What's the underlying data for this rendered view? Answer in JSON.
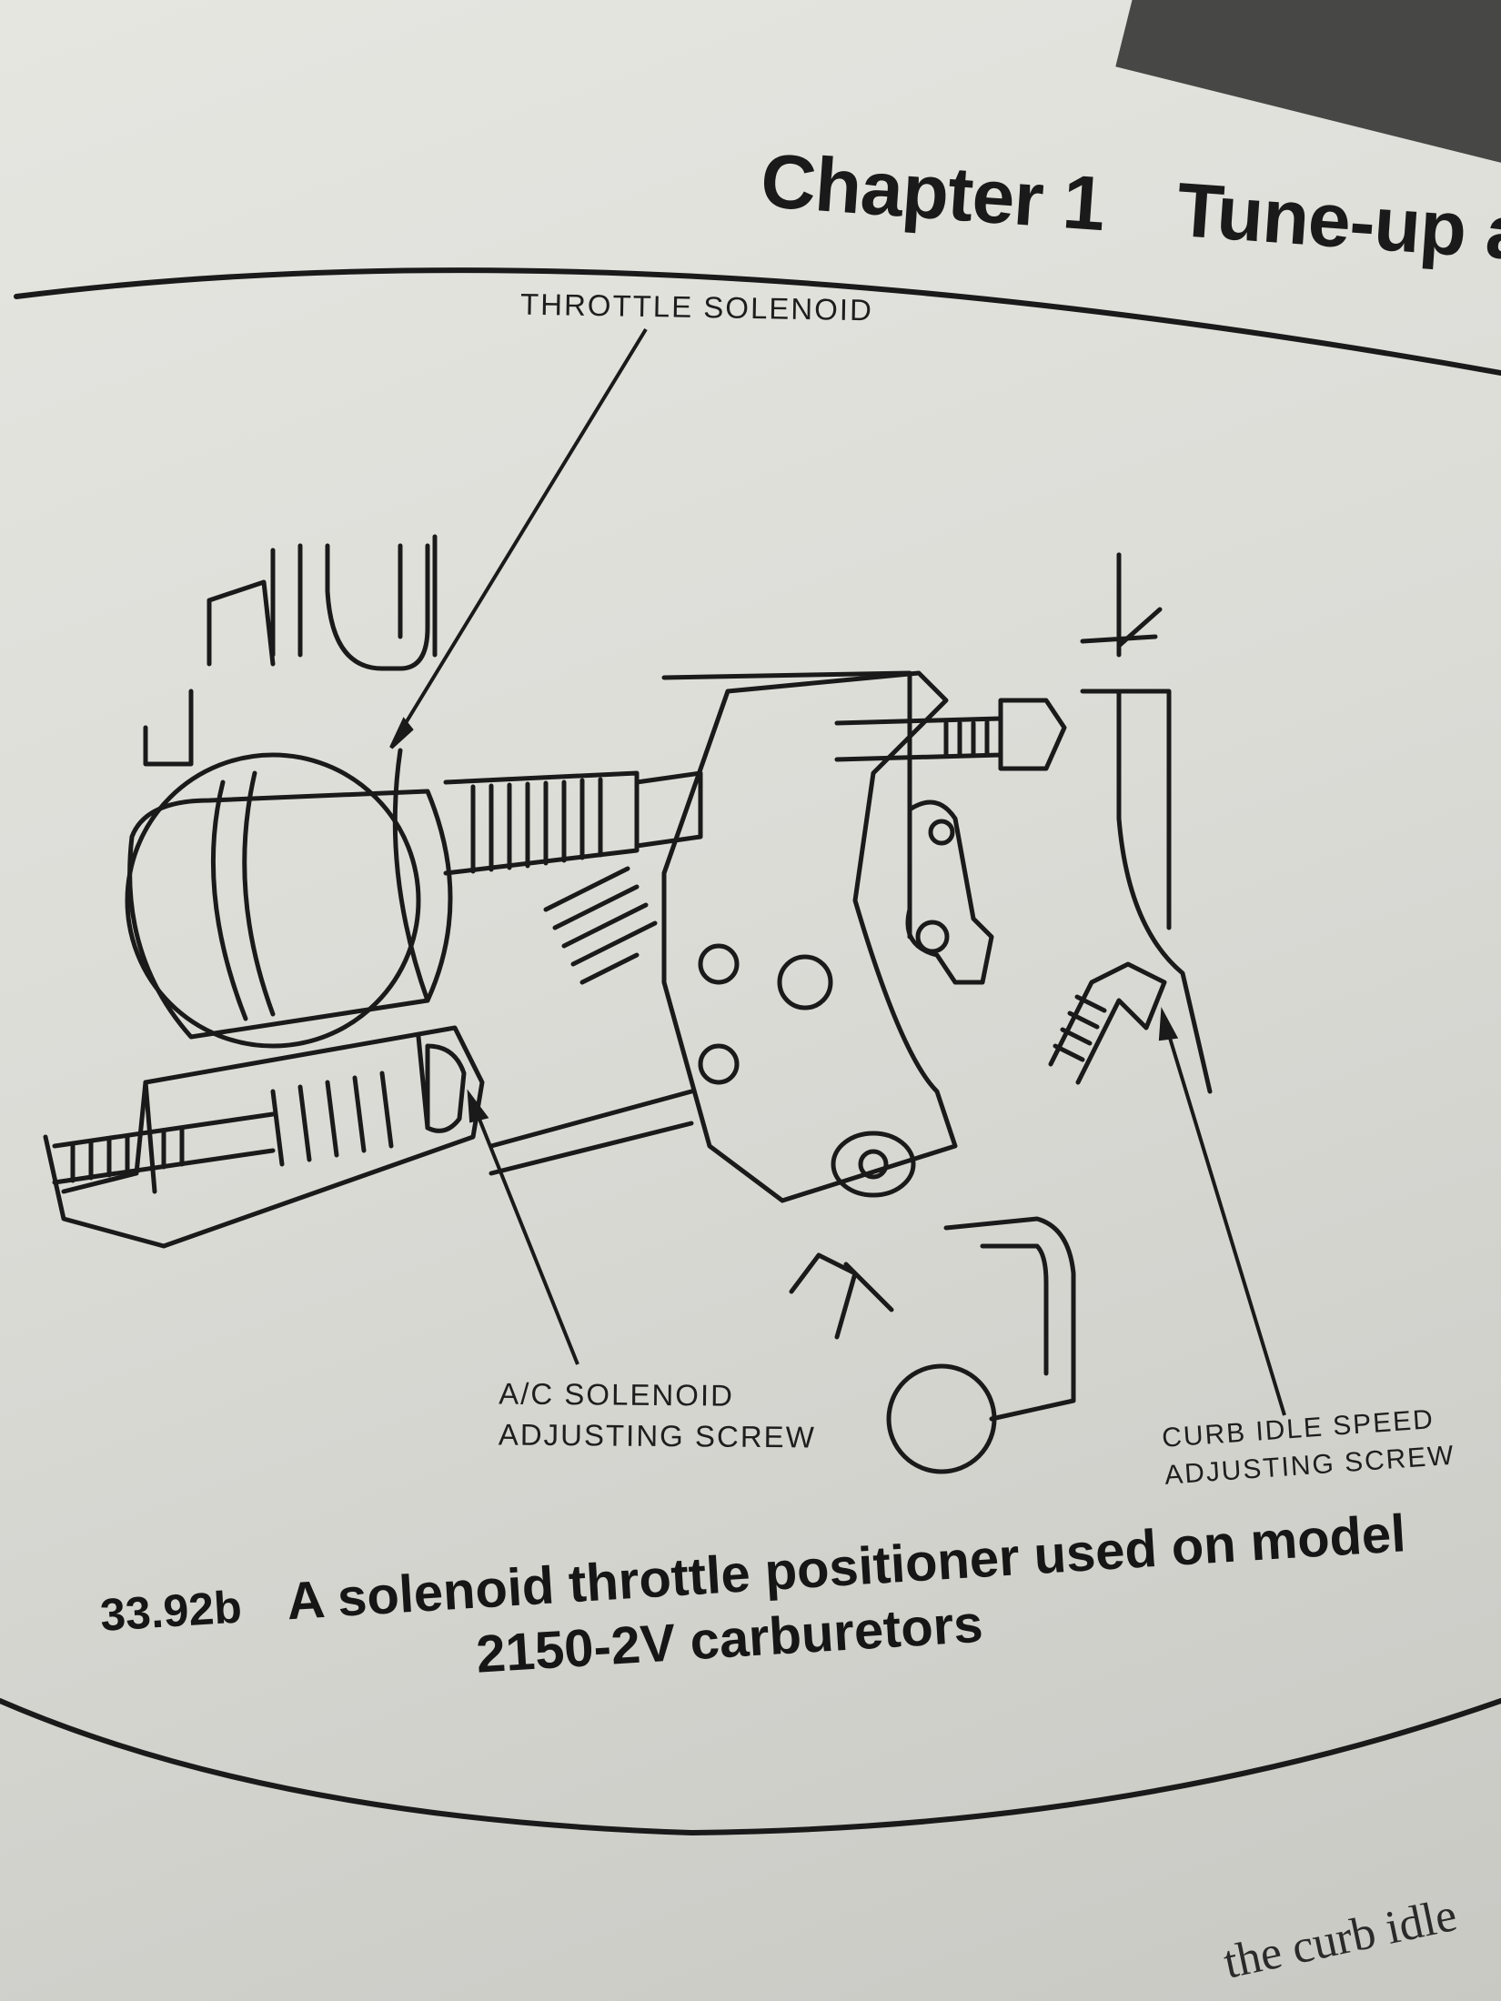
{
  "header": {
    "chapter": "Chapter 1",
    "title": "Tune-up and"
  },
  "figure": {
    "labels": {
      "throttle_solenoid": "THROTTLE SOLENOID",
      "ac_solenoid_line1": "A/C SOLENOID",
      "ac_solenoid_line2": "ADJUSTING SCREW",
      "curb_idle_line1": "CURB IDLE SPEED",
      "curb_idle_line2": "ADJUSTING SCREW"
    },
    "caption": {
      "number": "33.92b",
      "line1": "A solenoid throttle positioner used on model",
      "line2": "2150-2V carburetors"
    }
  },
  "body_text": {
    "fragment": "the curb idle"
  }
}
